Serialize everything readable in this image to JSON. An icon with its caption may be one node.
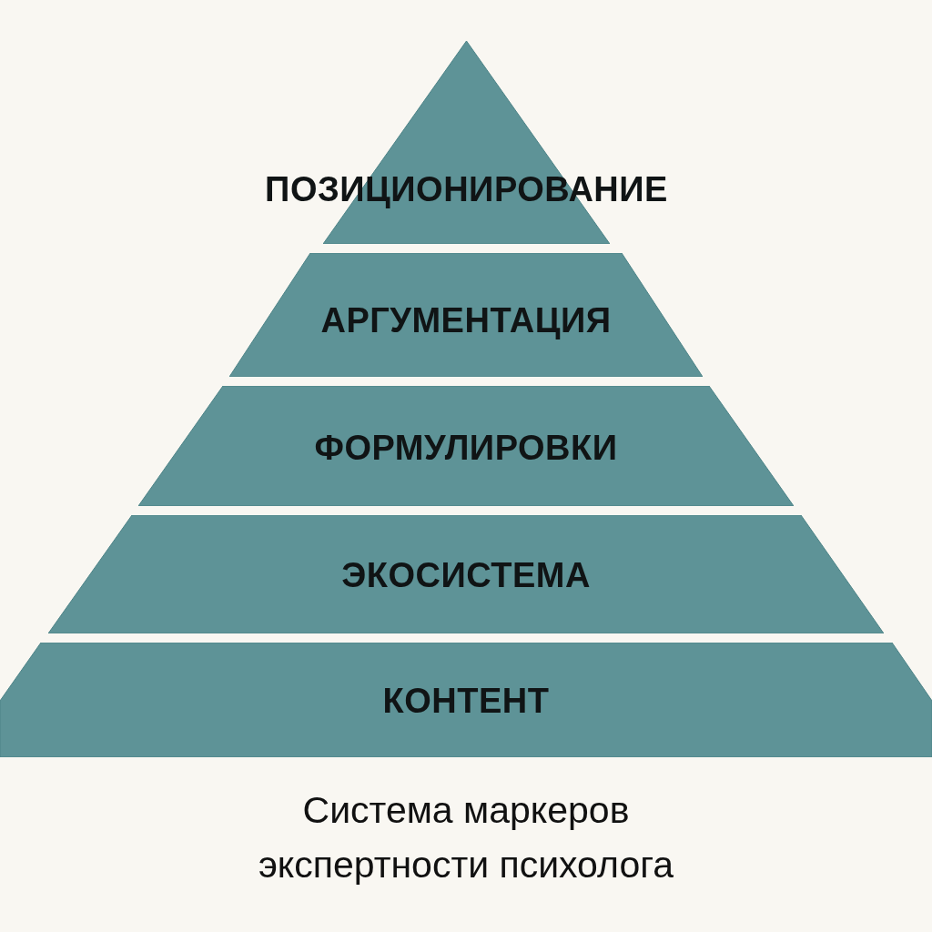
{
  "diagram": {
    "nodes": [
      {
        "text": [
          "ПОЗИЦИОНИРОВАНИЕ"
        ]
      },
      {
        "text": [
          "АРГУМЕНТАЦИЯ"
        ]
      },
      {
        "text": [
          "ФОРМУЛИРОВКИ"
        ]
      },
      {
        "text": [
          "ЭКОСИСТЕМА"
        ]
      },
      {
        "text": [
          "КОНТЕНТ"
        ]
      }
    ],
    "caption": "Система маркеров экспертности психолога"
  }
}
